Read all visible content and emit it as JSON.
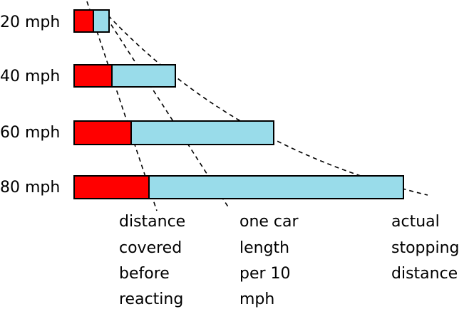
{
  "colors": {
    "reaction": "#ff0000",
    "braking": "#99dcea",
    "outline": "#000000"
  },
  "rows": [
    {
      "speed_label": "20 mph"
    },
    {
      "speed_label": "40 mph"
    },
    {
      "speed_label": "60 mph"
    },
    {
      "speed_label": "80 mph"
    }
  ],
  "captions": {
    "reaction": [
      "distance",
      "covered",
      "before",
      "reacting"
    ],
    "car_length": [
      "one car",
      "length",
      "per 10",
      "mph"
    ],
    "stopping": [
      "actual",
      "stopping",
      "distance"
    ]
  }
}
